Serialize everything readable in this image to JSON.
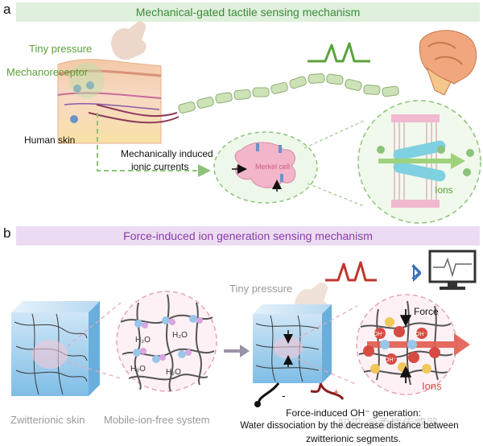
{
  "panel_a": {
    "letter": "a",
    "title": "Mechanical-gated tactile sensing mechanism",
    "labels": {
      "tiny_pressure": "Tiny pressure",
      "mechanoreceptor": "Mechanoreceptor",
      "human_skin": "Human skin",
      "mech_currents_1": "Mechanically induced",
      "mech_currents_2": "ionic currents",
      "merkel_cell": "Merkel cell",
      "ions": "Ions"
    }
  },
  "panel_b": {
    "letter": "b",
    "title": "Force-induced ion generation sensing mechanism",
    "labels": {
      "tiny_pressure": "Tiny pressure",
      "force": "Force",
      "ions": "Ions",
      "h2o": "H₂O",
      "oh": "OH⁻",
      "zwitterionic_skin": "Zwitterionic skin",
      "mobile_ion_free": "Mobile-ion-free system",
      "caption_1": "Force-induced OH⁻ generation:",
      "caption_2": "Water dissociation by the decrease distance between",
      "caption_3": "zwitterionic segments.",
      "minus": "-",
      "plus": "+"
    }
  },
  "watermark": "知乎 @柔性传感器",
  "colors": {
    "banner_a_bg": "#dff0dc",
    "banner_a_text": "#3c8a3c",
    "banner_b_bg": "#ecdcf3",
    "banner_b_text": "#8a3ca5",
    "green": "#5aa23a",
    "red": "#c0352b",
    "dashed_green": "#8cc37a",
    "dashed_pink": "#e3a6b8"
  }
}
